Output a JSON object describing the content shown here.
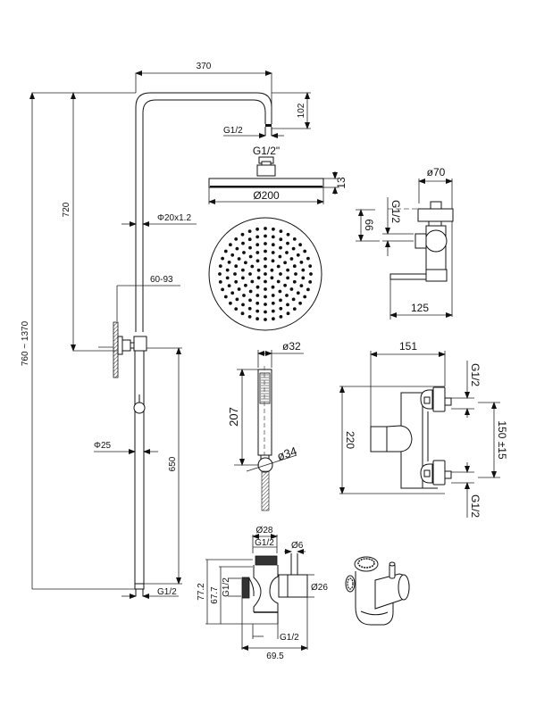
{
  "title": "Shower column technical drawing",
  "column": {
    "width": "370",
    "arm_drop": "102",
    "arm_thread": "G1/2",
    "total_height": "760 ~ 1370",
    "bracket_height": "720",
    "tube_spec": "Φ20x1.2",
    "wall_bracket": "60-93",
    "lower_tube_dia": "Φ25",
    "lower_height": "650",
    "bottom_thread": "G1/2"
  },
  "head": {
    "thread": "G1/2\"",
    "thickness": "13",
    "diameter": "Ø200",
    "nozzle_rings": [
      1,
      6,
      12,
      18,
      24,
      30,
      36
    ]
  },
  "diverter_side": {
    "diameter": "ø70",
    "thread": "G1/2",
    "height": "66",
    "depth": "125"
  },
  "hand_shower": {
    "diameter": "ø32",
    "length": "207",
    "base_diameter": "ø34"
  },
  "mixer": {
    "depth": "151",
    "height": "220",
    "inlet_spacing": "150 ±15",
    "inlet_top": "G1/2",
    "inlet_bottom": "G1/2"
  },
  "connector": {
    "top_dia": "Ø28",
    "top_thread": "G1/2",
    "pin_dia": "Ø6",
    "side_dia": "Ø26",
    "left_thread": "G1/2",
    "height_outer": "77.2",
    "height_inner": "67.7",
    "bottom_thread": "G1/2",
    "width": "69.5"
  }
}
